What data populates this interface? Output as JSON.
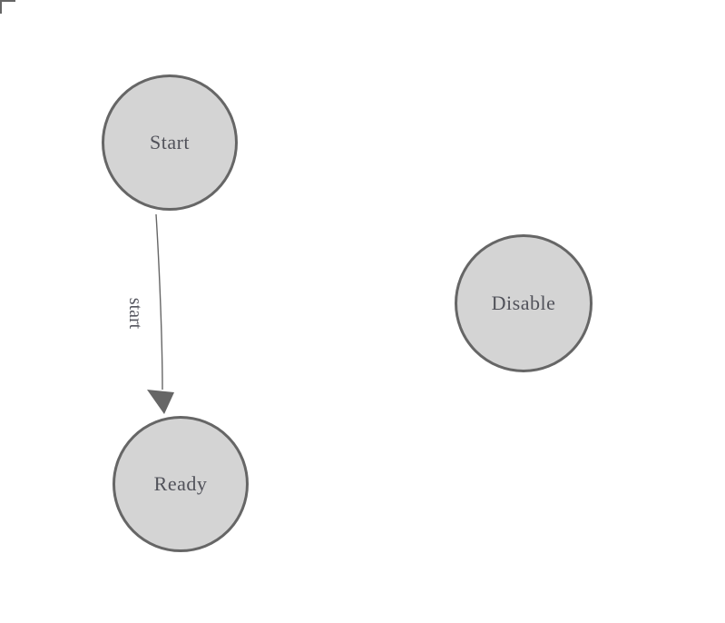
{
  "diagram": {
    "type": "state-machine",
    "background_color": "#ffffff",
    "node_fill_color": "#d4d4d4",
    "node_border_color": "#666666",
    "node_label_color": "#51525a",
    "edge_color": "#666666",
    "edge_label_color": "#55565e",
    "nodes": [
      {
        "id": "start",
        "label": "Start"
      },
      {
        "id": "ready",
        "label": "Ready"
      },
      {
        "id": "disable",
        "label": "Disable"
      }
    ],
    "edges": [
      {
        "from": "Start",
        "to": "Ready",
        "label": "start"
      }
    ]
  }
}
